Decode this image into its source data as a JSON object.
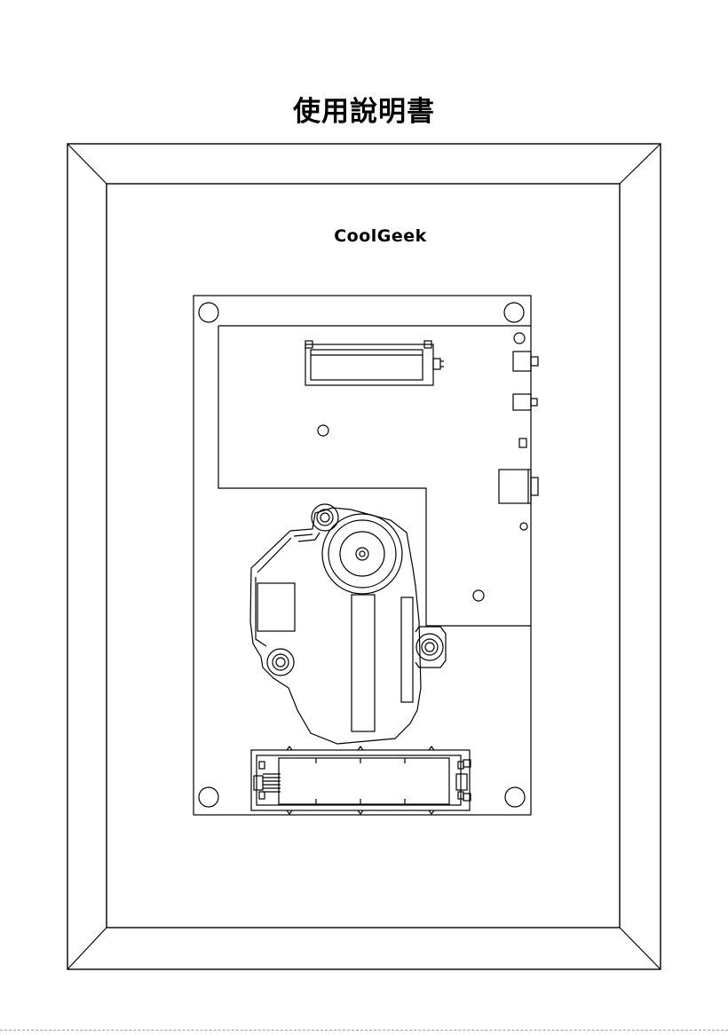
{
  "document": {
    "title": "使用說明書",
    "brand": "CoolGeek"
  },
  "colors": {
    "ink": "#000000",
    "paper": "#ffffff"
  },
  "icons": {
    "illustration": "air-sensor-board-diagram"
  }
}
